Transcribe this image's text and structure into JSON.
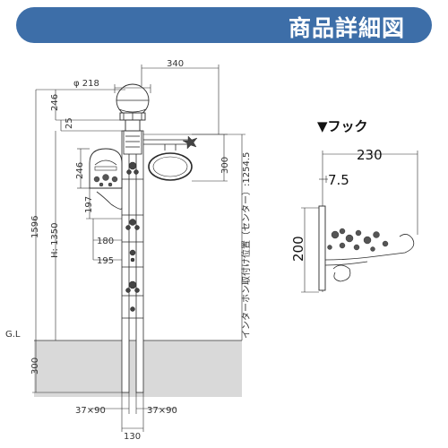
{
  "header": {
    "title": "商品詳細図",
    "bg_color": "#3d6ea8",
    "text_color": "#ffffff"
  },
  "ground": {
    "label": "G.L",
    "fill_color": "#d9d9d9"
  },
  "main_dims": {
    "arm_width": "340",
    "lamp_diameter": "φ 218",
    "lamp_height": "246",
    "lamp_gap": "25",
    "sign_height": "300",
    "mailbox_height": "246",
    "mailbox_offset": "197",
    "interphone_a": "180",
    "interphone_b": "195",
    "total_height": "1596",
    "ground_height": "H: 1350",
    "foundation_depth": "300",
    "interphone_position": "インターホン取付け位置（センター）:1254.5",
    "post_left": "37×90",
    "post_right": "37×90",
    "post_total_width": "130"
  },
  "hook": {
    "title": "▼フック",
    "width": "230",
    "thickness": "7.5",
    "height": "200"
  }
}
